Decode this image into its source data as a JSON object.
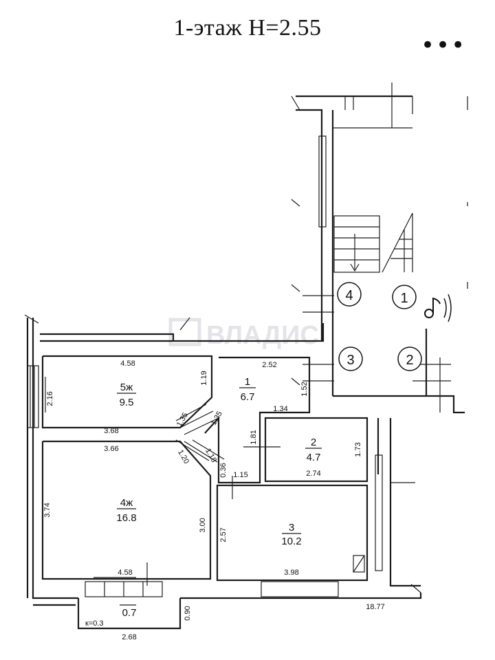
{
  "header": {
    "title": "1-этаж  H=2.55",
    "menu_icon": "more-dots-icon",
    "audio_icon": "audio-note-icon"
  },
  "watermark": "ВЛАДИС",
  "rooms": [
    {
      "number": "5ж",
      "area": "9.5"
    },
    {
      "number": "1",
      "area": "6.7"
    },
    {
      "number": "2",
      "area": "4.7"
    },
    {
      "number": "4ж",
      "area": "16.8"
    },
    {
      "number": "3",
      "area": "10.2"
    },
    {
      "number": "",
      "area": "0.7"
    }
  ],
  "markers": [
    "4",
    "1",
    "3",
    "2"
  ],
  "dimensions": {
    "d458_top": "4.58",
    "d252": "2.52",
    "d119": "1.19",
    "d216": "2.16",
    "d368": "3.68",
    "d135a": "1.35",
    "d135b": "1.35",
    "d152": "1.52",
    "d134": "1.34",
    "d181": "1.81",
    "d173": "1.73",
    "d366": "3.66",
    "d120": "1.20",
    "d118": "1.18",
    "d036": "0.36",
    "d115": "1.15",
    "d274": "2.74",
    "d374": "3.74",
    "d300": "3.00",
    "d257": "2.57",
    "d458_bot": "4.58",
    "d398": "3.98",
    "d090": "0.90",
    "d1877": "18.77",
    "d268": "2.68",
    "k03": "к=0.3"
  }
}
